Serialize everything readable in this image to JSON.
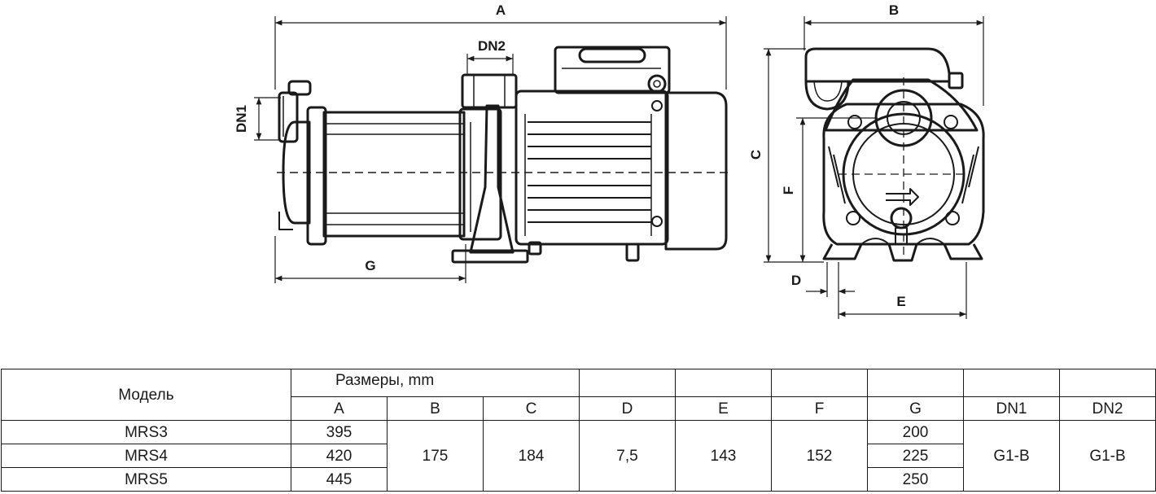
{
  "drawing": {
    "labels": {
      "A": "A",
      "B": "B",
      "C": "C",
      "D": "D",
      "E": "E",
      "F": "F",
      "G": "G",
      "DN1": "DN1",
      "DN2": "DN2"
    }
  },
  "table": {
    "model_header": "Модель",
    "dims_header": "Размеры, mm",
    "columns": [
      "A",
      "B",
      "C",
      "D",
      "E",
      "F",
      "G",
      "DN1",
      "DN2"
    ],
    "rows": [
      {
        "model": "MRS3",
        "A": "395",
        "G": "200"
      },
      {
        "model": "MRS4",
        "A": "420",
        "G": "225"
      },
      {
        "model": "MRS5",
        "A": "445",
        "G": "250"
      }
    ],
    "shared": {
      "B": "175",
      "C": "184",
      "D": "7,5",
      "E": "143",
      "F": "152",
      "DN1": "G1-B",
      "DN2": "G1-B"
    }
  }
}
